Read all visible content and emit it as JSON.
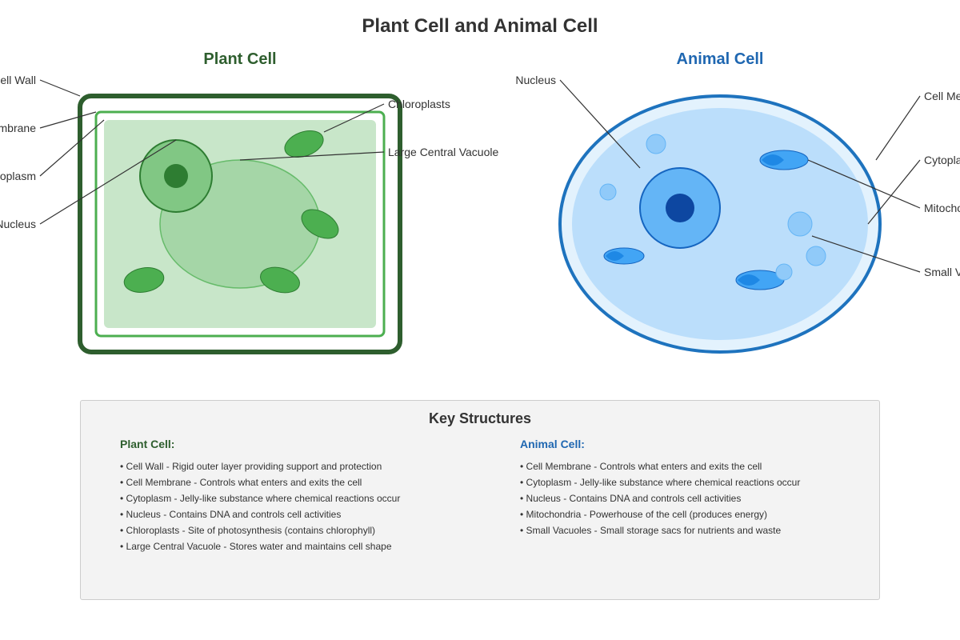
{
  "title": "Plant Cell and Animal Cell",
  "colors": {
    "plant_heading": "#2e5e2e",
    "animal_heading": "#1f67b1",
    "plant_wall": "#2e5e2e",
    "plant_membrane": "#4caf50",
    "plant_cytoplasm": "#c8e6c9",
    "plant_vacuole": "#a5d6a7",
    "plant_nucleus": "#81c784",
    "plant_nucleolus": "#2e7d32",
    "chloroplast": "#4caf50",
    "animal_membrane": "#1e73be",
    "animal_outer": "#e3f2fd",
    "animal_cytoplasm": "#bbdefb",
    "animal_nucleus": "#64b5f6",
    "animal_nucleolus": "#0d47a1",
    "mitochondria": "#42a5f5",
    "vacuole": "#90caf9",
    "key_panel_bg": "#f3f3f3"
  },
  "plant": {
    "heading": "Plant Cell",
    "labels": {
      "cell_wall": "Cell Wall",
      "cell_membrane": "Cell Membrane",
      "cytoplasm": "Cytoplasm",
      "nucleus": "Nucleus",
      "chloroplasts": "Chloroplasts",
      "vacuole": "Large Central Vacuole"
    }
  },
  "animal": {
    "heading": "Animal Cell",
    "labels": {
      "nucleus": "Nucleus",
      "cell_membrane": "Cell Membrane",
      "cytoplasm": "Cytoplasm",
      "mitochondria": "Mitochondria",
      "small_vacuoles": "Small Vacuoles"
    }
  },
  "key": {
    "title": "Key Structures",
    "plant": {
      "title": "Plant Cell:",
      "items": [
        "• Cell Wall - Rigid outer layer providing support and protection",
        "• Cell Membrane - Controls what enters and exits the cell",
        "• Cytoplasm - Jelly-like substance where chemical reactions occur",
        "• Nucleus - Contains DNA and controls cell activities",
        "• Chloroplasts - Site of photosynthesis (contains chlorophyll)",
        "• Large Central Vacuole - Stores water and maintains cell shape"
      ]
    },
    "animal": {
      "title": "Animal Cell:",
      "items": [
        "• Cell Membrane - Controls what enters and exits the cell",
        "• Cytoplasm - Jelly-like substance where chemical reactions occur",
        "• Nucleus - Contains DNA and controls cell activities",
        "• Mitochondria - Powerhouse of the cell (produces energy)",
        "• Small Vacuoles - Small storage sacs for nutrients and waste"
      ]
    }
  }
}
